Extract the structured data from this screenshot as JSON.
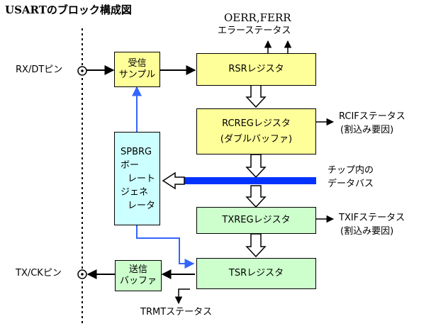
{
  "title": "USARTのブロック構成図",
  "status_top": {
    "errors": "OERR,FERR",
    "label": "エラーステータス"
  },
  "pins": {
    "rx": "RX/DTピン",
    "tx": "TX/CKピン"
  },
  "blocks": {
    "receive_sampling": [
      "受信",
      "サンプル"
    ],
    "rsr": "RSRレジスタ",
    "rcreg": [
      "RCREGレジスタ",
      "(ダブルバッファ)"
    ],
    "spbrg": [
      "SPBRG",
      "ボー",
      "レート",
      "ジェネ",
      "レータ"
    ],
    "txreg": "TXREGレジスタ",
    "tsr": "TSRレジスタ",
    "transmit_buffer": [
      "送信",
      "バッファ"
    ]
  },
  "labels": {
    "rcif": [
      "RCIFステータス",
      "(割込み要因)"
    ],
    "txif": [
      "TXIFステータス",
      "(割込み要因)"
    ],
    "data_bus": [
      "チップ内の",
      "データバス"
    ],
    "trmt": "TRMTステータス"
  },
  "colors": {
    "register_yellow": "#ffff99",
    "register_green": "#ccffcc",
    "generator_cyan": "#ccffff",
    "data_bus_blue": "#0033ff",
    "clock_line_blue": "#3366ff"
  }
}
